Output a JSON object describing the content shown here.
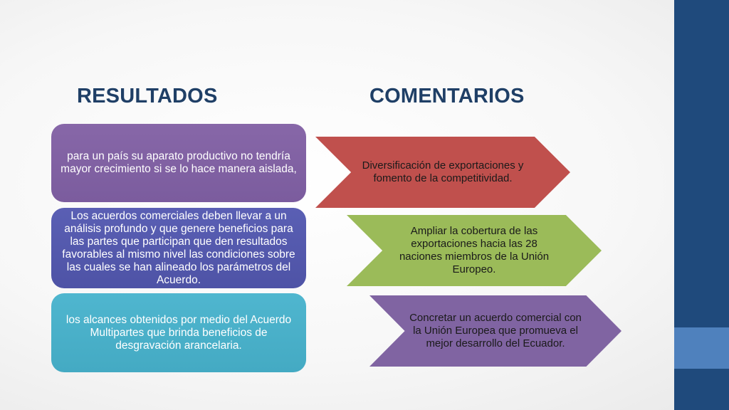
{
  "headings": {
    "left": "RESULTADOS",
    "right": "COMENTARIOS"
  },
  "results": [
    "para un país su aparato productivo no tendría mayor crecimiento si se lo hace manera aislada,",
    "Los acuerdos comerciales deben llevar a un análisis profundo y que genere beneficios para las partes que participan que den resultados favorables al mismo nivel las condiciones sobre las cuales se han alineado los parámetros del Acuerdo.",
    "los alcances obtenidos por medio del Acuerdo Multipartes que brinda beneficios de desgravación arancelaria."
  ],
  "comments": [
    "Diversificación de exportaciones y fomento de la competitividad.",
    "Ampliar la cobertura de las exportaciones hacia  las 28 naciones miembros de la Unión Europeo.",
    "Concretar un acuerdo comercial con la Unión Europea que promueva el mejor desarrollo del Ecuador."
  ],
  "colors": {
    "sidebar": "#1f4a7c",
    "sidebar_accent": "#4f81bd",
    "heading": "#1f3f66",
    "result_1": "#7b5c9e",
    "result_2": "#4e53a6",
    "result_3": "#44aac3",
    "comment_1": "#c0504d",
    "comment_2": "#9bbb59",
    "comment_3": "#8064a2"
  }
}
